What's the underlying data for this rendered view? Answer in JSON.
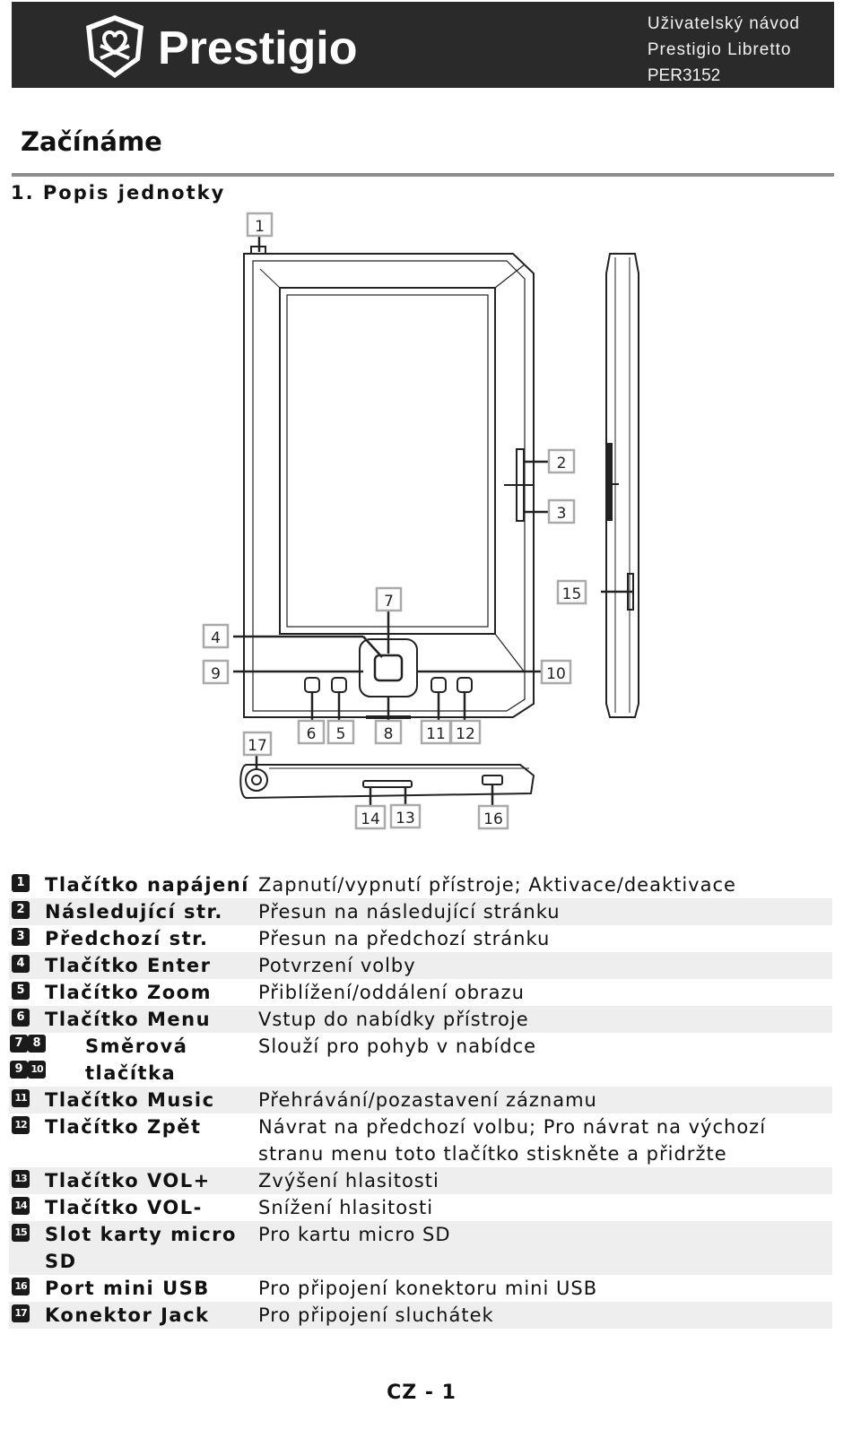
{
  "header": {
    "brand": "Prestigio",
    "line1": "Uživatelský návod",
    "line2": "Prestigio Libretto",
    "line3": "PER3152",
    "background": "#2a2a2a"
  },
  "page_title": "Začínáme",
  "section_title": "1. Popis jednotky",
  "diagram_labels": {
    "power": "1",
    "next": "2",
    "prev": "3",
    "enter": "4",
    "zoom": "5",
    "menu": "6",
    "up": "7",
    "down": "8",
    "left": "9",
    "right": "10",
    "music": "11",
    "back": "12",
    "vol_plus": "13",
    "vol_minus": "14",
    "sd_slot": "15",
    "usb": "16",
    "jack": "17"
  },
  "rows": [
    {
      "badges": [
        "1"
      ],
      "name": "Tlačítko napájení",
      "desc": "Zapnutí/vypnutí přístroje; Aktivace/deaktivace"
    },
    {
      "badges": [
        "2"
      ],
      "name": "Následující str.",
      "desc": "Přesun na následující stránku"
    },
    {
      "badges": [
        "3"
      ],
      "name": "Předchozí str.",
      "desc": "Přesun na předchozí stránku"
    },
    {
      "badges": [
        "4"
      ],
      "name": "Tlačítko Enter",
      "desc": "Potvrzení volby"
    },
    {
      "badges": [
        "5"
      ],
      "name": "Tlačítko Zoom",
      "desc": "Přiblížení/oddálení obrazu"
    },
    {
      "badges": [
        "6"
      ],
      "name": "Tlačítko Menu",
      "desc": "Vstup do nabídky přístroje"
    },
    {
      "badges": [
        "7",
        "8",
        "9",
        "10"
      ],
      "name": "Směrová tlačítka",
      "desc": "Slouží pro pohyb v nabídce"
    },
    {
      "badges": [
        "11"
      ],
      "name": "Tlačítko Music",
      "desc": "Přehrávání/pozastavení záznamu"
    },
    {
      "badges": [
        "12"
      ],
      "name": "Tlačítko Zpět",
      "desc": "Návrat na předchozí volbu; Pro návrat na výchozí stranu menu toto tlačítko stiskněte a přidržte"
    },
    {
      "badges": [
        "13"
      ],
      "name": "Tlačítko VOL+",
      "desc": "Zvýšení hlasitosti"
    },
    {
      "badges": [
        "14"
      ],
      "name": "Tlačítko VOL-",
      "desc": "Snížení hlasitosti"
    },
    {
      "badges": [
        "15"
      ],
      "name": "Slot karty micro SD",
      "desc": "Pro kartu micro SD"
    },
    {
      "badges": [
        "16"
      ],
      "name": "Port mini USB",
      "desc": "Pro připojení konektoru mini USB"
    },
    {
      "badges": [
        "17"
      ],
      "name": "Konektor Jack",
      "desc": "Pro připojení sluchátek"
    }
  ],
  "footer": "CZ - 1"
}
